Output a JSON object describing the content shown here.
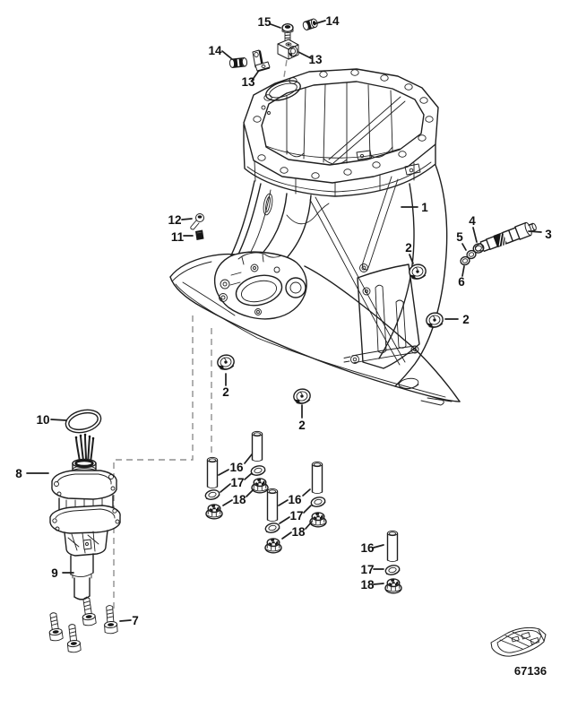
{
  "page": {
    "kind": "exploded-parts-diagram",
    "background_color": "#ffffff"
  },
  "colors": {
    "line": "#1f1f1f",
    "label_text": "#111111",
    "dashed_line": "#8f8f8f"
  },
  "callouts": {
    "n1": "1",
    "n2": "2",
    "n3": "3",
    "n4": "4",
    "n5": "5",
    "n6": "6",
    "n7": "7",
    "n8": "8",
    "n9": "9",
    "n10": "10",
    "n11": "11",
    "n12": "12",
    "n13": "13",
    "n14": "14",
    "n15": "15",
    "n16": "16",
    "n17": "17",
    "n18": "18"
  },
  "footer": {
    "application_icon": "boat-hull-icon",
    "drawing_number": "67136"
  }
}
